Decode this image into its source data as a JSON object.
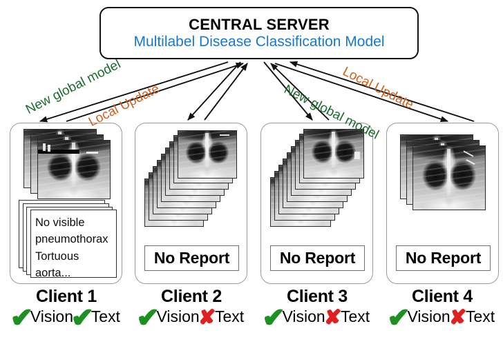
{
  "server": {
    "title": "CENTRAL SERVER",
    "subtitle": "Multilabel Disease Classification Model",
    "subtitle_color": "#1878D0"
  },
  "arrow_labels": {
    "new_global_model": "New global model",
    "local_update": "Local Update",
    "green": "#1A6B2E",
    "orange": "#D2601A",
    "left": {
      "upper": "New global model",
      "lower": "Local Update"
    },
    "right": {
      "upper": "Local Update",
      "lower": "New global model"
    }
  },
  "clients": [
    {
      "name": "Client 1",
      "xray_count": 3,
      "stack_style": "shallow",
      "has_reports": true,
      "report_text": "No visible pneumothorax Tortuous aorta...",
      "report_lines": [
        "No visible",
        "pneumothorax",
        "Tortuous",
        "aorta..."
      ],
      "no_report_label": null,
      "vision": {
        "label": "Vision",
        "mark": "check",
        "mark_glyph": "✔",
        "color": "#1E9022"
      },
      "text": {
        "label": "Text",
        "mark": "check",
        "mark_glyph": "✔",
        "color": "#1E9022"
      }
    },
    {
      "name": "Client 2",
      "xray_count": 9,
      "stack_style": "deep",
      "has_reports": false,
      "report_text": null,
      "report_lines": [],
      "no_report_label": "No Report",
      "vision": {
        "label": "Vision",
        "mark": "check",
        "mark_glyph": "✔",
        "color": "#1E9022"
      },
      "text": {
        "label": "Text",
        "mark": "cross",
        "mark_glyph": "✘",
        "color": "#E02020"
      }
    },
    {
      "name": "Client 3",
      "xray_count": 9,
      "stack_style": "deep",
      "has_reports": false,
      "report_text": null,
      "report_lines": [],
      "no_report_label": "No Report",
      "vision": {
        "label": "Vision",
        "mark": "check",
        "mark_glyph": "✔",
        "color": "#1E9022"
      },
      "text": {
        "label": "Text",
        "mark": "cross",
        "mark_glyph": "✘",
        "color": "#E02020"
      }
    },
    {
      "name": "Client 4",
      "xray_count": 3,
      "stack_style": "shallow",
      "has_reports": false,
      "report_text": null,
      "report_lines": [],
      "no_report_label": "No Report",
      "vision": {
        "label": "Vision",
        "mark": "check",
        "mark_glyph": "✔",
        "color": "#1E9022"
      },
      "text": {
        "label": "Text",
        "mark": "cross",
        "mark_glyph": "✘",
        "color": "#E02020"
      }
    }
  ]
}
